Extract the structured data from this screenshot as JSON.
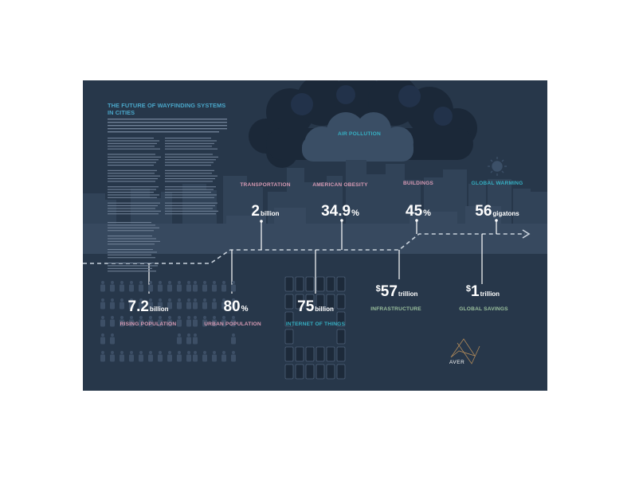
{
  "poster": {
    "title_line1": "THE FUTURE OF WAYFINDING SYSTEMS",
    "title_line2": "IN CITIES",
    "brand": "AVER",
    "colors": {
      "background": "#27374a",
      "pink": "#d69ab4",
      "teal": "#36b0c4",
      "green": "#9bc09d",
      "blue": "#4aa6c9"
    }
  },
  "stats": {
    "air_pollution": {
      "label": "AIR POLLUTION"
    },
    "transportation": {
      "label": "TRANSPORTATION",
      "value": "2",
      "unit": "billion"
    },
    "obesity": {
      "label": "AMERICAN OBESITY",
      "value": "34.9",
      "unit": "%"
    },
    "buildings": {
      "label": "BUILDINGS",
      "value": "45",
      "unit": "%"
    },
    "global_warming": {
      "label": "GLOBAL WARMING",
      "value": "56",
      "unit": "gigatons"
    },
    "rising_population": {
      "label": "RISING POPULATION",
      "value": "7.2",
      "unit": "billion"
    },
    "urban_population": {
      "label": "URBAN POPULATION",
      "value": "80",
      "unit": "%"
    },
    "internet_of_things": {
      "label": "INTERNET OF THINGS",
      "value": "75",
      "unit": "billion"
    },
    "infrastructure": {
      "label": "INFRASTRUCTURE",
      "prefix": "$",
      "value": "57",
      "unit": "trillion"
    },
    "global_savings": {
      "label": "GLOBAL SAVINGS",
      "prefix": "$",
      "value": "1",
      "unit": "trillion"
    }
  },
  "icons": {
    "sun": "sun-icon",
    "people": "person-icon",
    "devices": "phone-icon",
    "logo": "aver-logo-icon"
  }
}
